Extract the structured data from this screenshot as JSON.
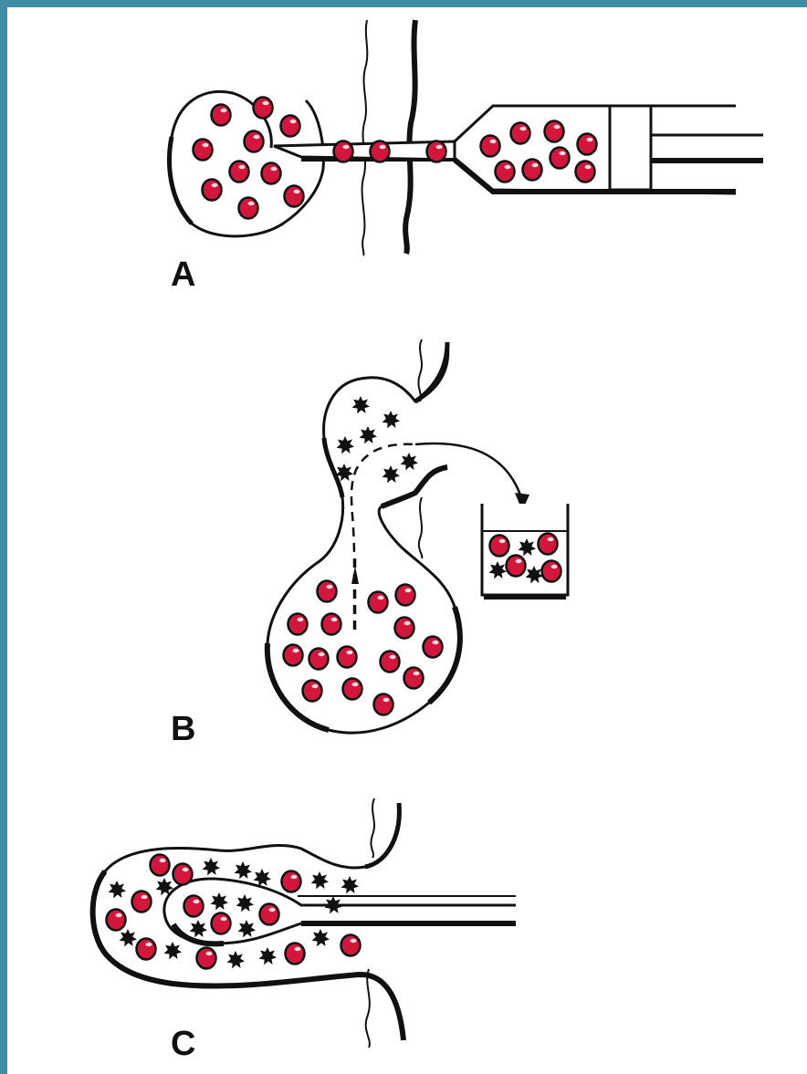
{
  "figure": {
    "labels": [
      "A",
      "B",
      "C"
    ]
  },
  "colors": {
    "frame": "#3f8ea6",
    "ink": "#111111",
    "red_cell": "#d4163c",
    "background": "#ffffff"
  },
  "icons": {
    "red_cell": "red-blood-cell-icon",
    "dark_particle": "spiky-particle-icon"
  }
}
